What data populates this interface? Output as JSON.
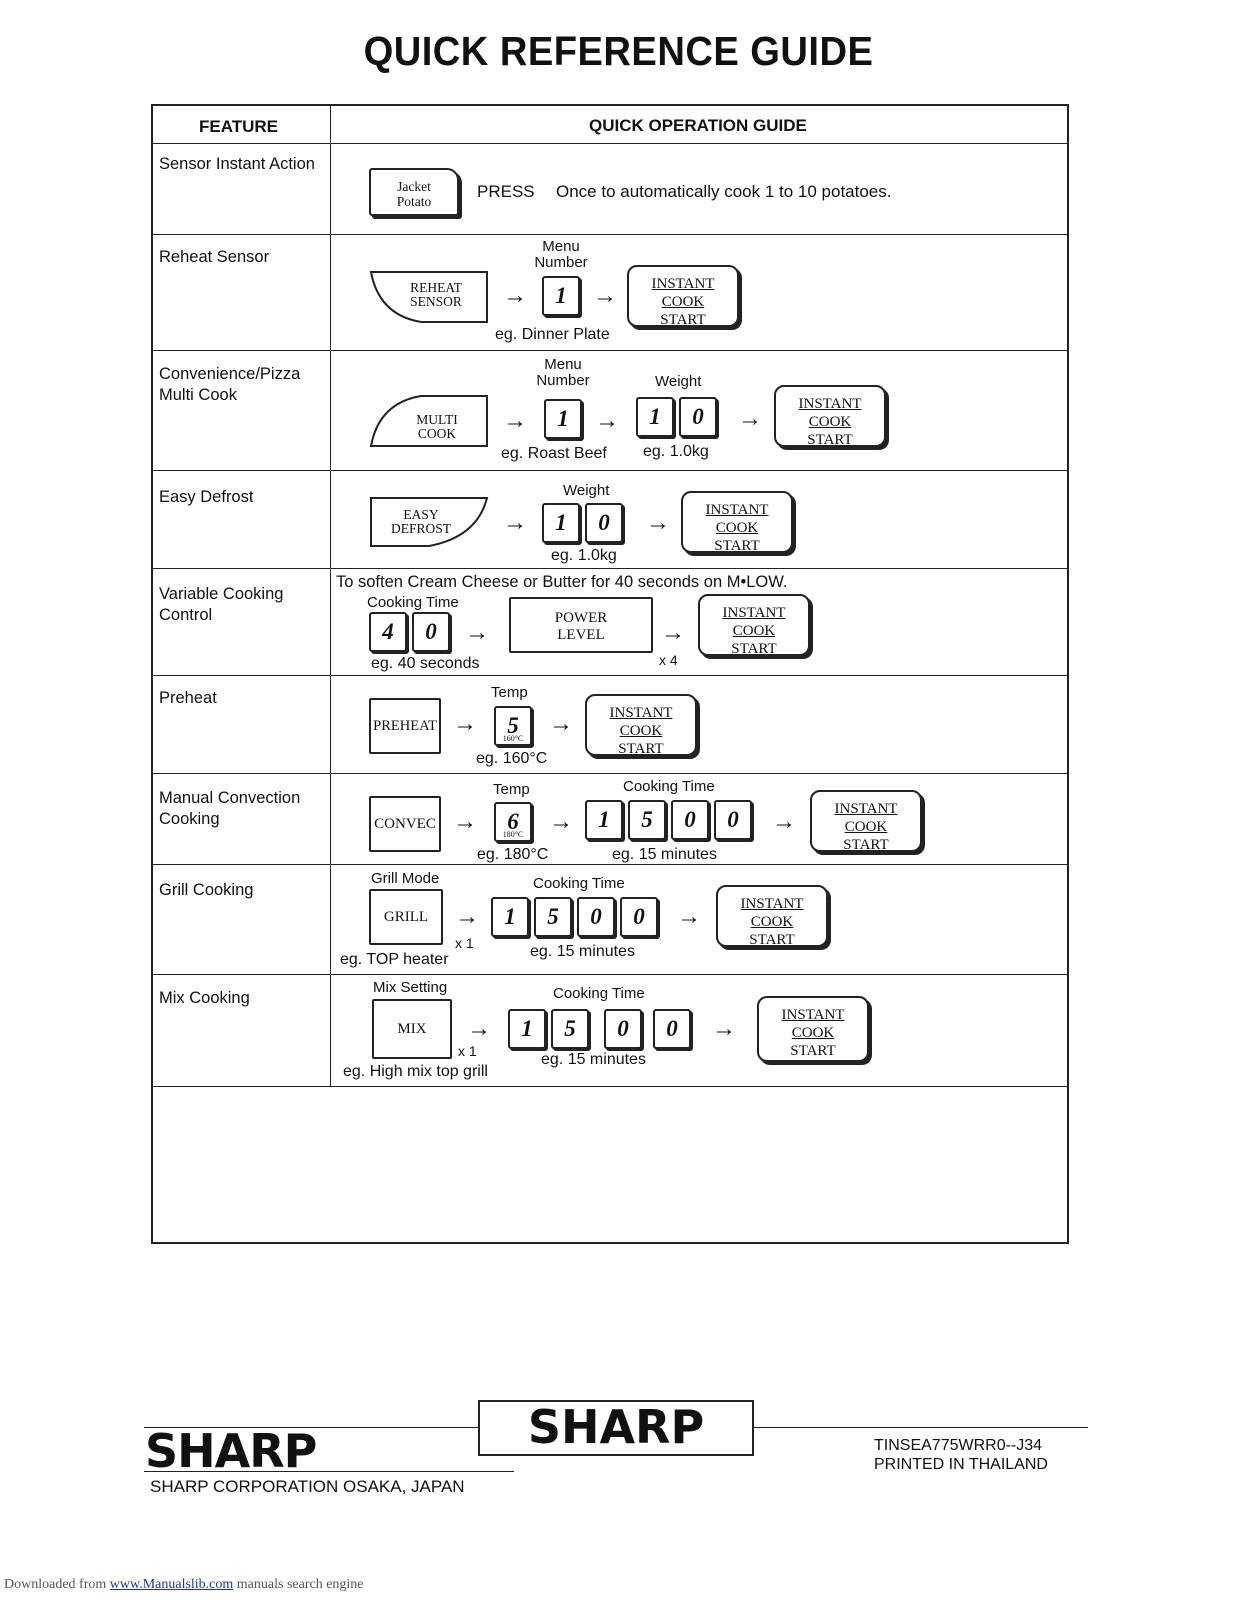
{
  "page": {
    "title": "QUICK REFERENCE GUIDE",
    "col_feature": "FEATURE",
    "col_guide": "QUICK OPERATION GUIDE"
  },
  "keys": {
    "instant_cook": "INSTANT COOK",
    "start": "START",
    "arrow": "→"
  },
  "rows": {
    "sensor_instant": {
      "feature": "Sensor Instant Action",
      "key_line1": "Jacket",
      "key_line2": "Potato",
      "press": "PRESS",
      "desc": "Once to automatically cook 1 to 10 potatoes."
    },
    "reheat": {
      "feature": "Reheat Sensor",
      "key_line1": "REHEAT",
      "key_line2": "SENSOR",
      "label": "Menu Number",
      "digit": "1",
      "eg": "eg. Dinner Plate"
    },
    "multi": {
      "feature_line1": "Convenience/Pizza",
      "feature_line2": "Multi Cook",
      "key_line1": "MULTI",
      "key_line2": "COOK",
      "label_menu": "Menu Number",
      "digit_menu": "1",
      "eg_menu": "eg. Roast Beef",
      "label_weight": "Weight",
      "digits_weight": [
        "1",
        "0"
      ],
      "eg_weight": "eg. 1.0kg"
    },
    "defrost": {
      "feature": "Easy Defrost",
      "key_line1": "EASY",
      "key_line2": "DEFROST",
      "label": "Weight",
      "digits": [
        "1",
        "0"
      ],
      "eg": "eg. 1.0kg"
    },
    "variable": {
      "feature_line1": "Variable Cooking",
      "feature_line2": "Control",
      "note": "To soften Cream Cheese or Butter for 40 seconds on M•LOW.",
      "label": "Cooking Time",
      "digits": [
        "4",
        "0"
      ],
      "eg": "eg. 40 seconds",
      "key_line1": "POWER",
      "key_line2": "LEVEL",
      "times": "x 4"
    },
    "preheat": {
      "feature": "Preheat",
      "key": "PREHEAT",
      "label": "Temp",
      "digit": "5",
      "digit_sub": "160°C",
      "eg": "eg. 160°C"
    },
    "convection": {
      "feature_line1": "Manual Convection",
      "feature_line2": "Cooking",
      "key": "CONVEC",
      "label_temp": "Temp",
      "digit_temp": "6",
      "digit_sub": "180°C",
      "eg_temp": "eg. 180°C",
      "label_time": "Cooking Time",
      "digits_time": [
        "1",
        "5",
        "0",
        "0"
      ],
      "eg_time": "eg. 15 minutes"
    },
    "grill": {
      "feature": "Grill Cooking",
      "label_mode": "Grill Mode",
      "key": "GRILL",
      "times": "x 1",
      "eg_mode": "eg. TOP heater",
      "label_time": "Cooking Time",
      "digits_time": [
        "1",
        "5",
        "0",
        "0"
      ],
      "eg_time": "eg. 15 minutes"
    },
    "mix": {
      "feature": "Mix Cooking",
      "label_mode": "Mix Setting",
      "key": "MIX",
      "times": "x 1",
      "eg_mode": "eg. High mix top grill",
      "label_time": "Cooking Time",
      "digits_time": [
        "1",
        "5",
        "0",
        "0"
      ],
      "eg_time": "eg. 15 minutes"
    }
  },
  "footer": {
    "brand": "SHARP",
    "brand_center": "SHARP",
    "corp": "SHARP CORPORATION OSAKA, JAPAN",
    "code": "TINSEA775WRR0--J34",
    "printed": "PRINTED IN THAILAND",
    "downloaded_prefix": "Downloaded from",
    "downloaded_link": "www.Manualslib.com",
    "downloaded_suffix": "manuals search engine"
  }
}
